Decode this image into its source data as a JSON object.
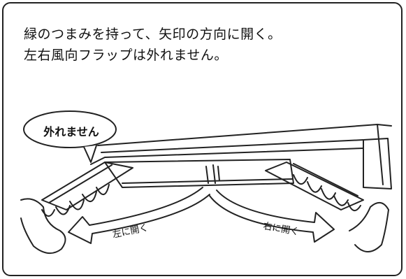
{
  "instruction": {
    "line1": "緑のつまみを持って、矢印の方向に開く。",
    "line2": "左右風向フラップは外れません。"
  },
  "callout": "外れません",
  "arrows": {
    "left": "左に開く",
    "right": "右に開く"
  },
  "colors": {
    "line": "#222222",
    "background": "#ffffff"
  }
}
